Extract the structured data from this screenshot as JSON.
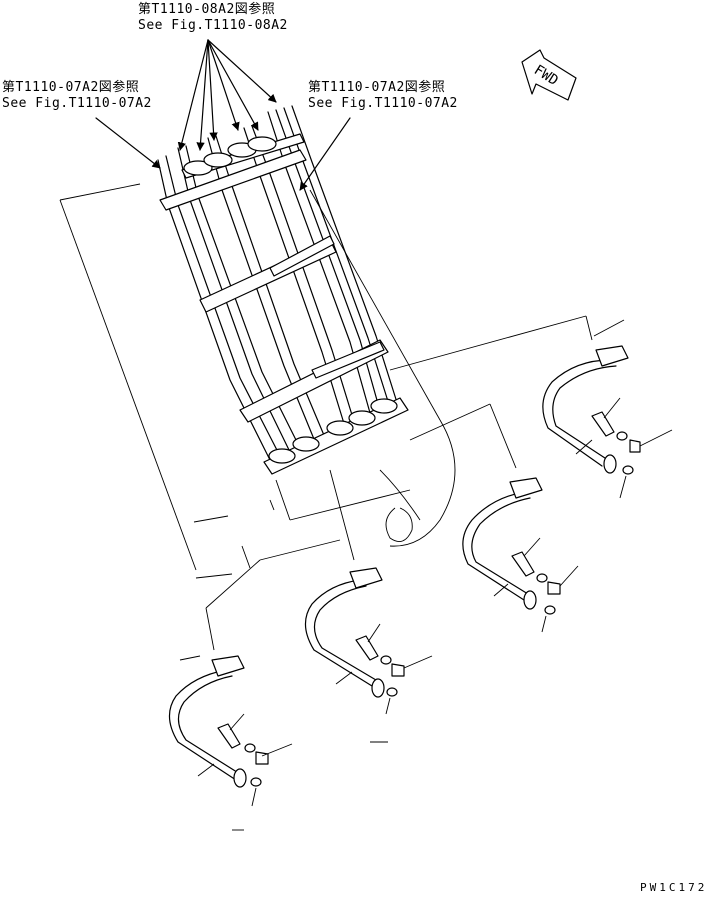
{
  "references": [
    {
      "id": "ref-08A2",
      "line1": "第T1110-08A2図参照",
      "line2": "See Fig.T1110-08A2"
    },
    {
      "id": "ref-07A2-left",
      "line1": "第T1110-07A2図参照",
      "line2": "See Fig.T1110-07A2"
    },
    {
      "id": "ref-07A2-right",
      "line1": "第T1110-07A2図参照",
      "line2": "See Fig.T1110-07A2"
    }
  ],
  "direction_marker": {
    "text": "FWD"
  },
  "drawing_code": "PW1C172",
  "tube_assemblies": 4
}
